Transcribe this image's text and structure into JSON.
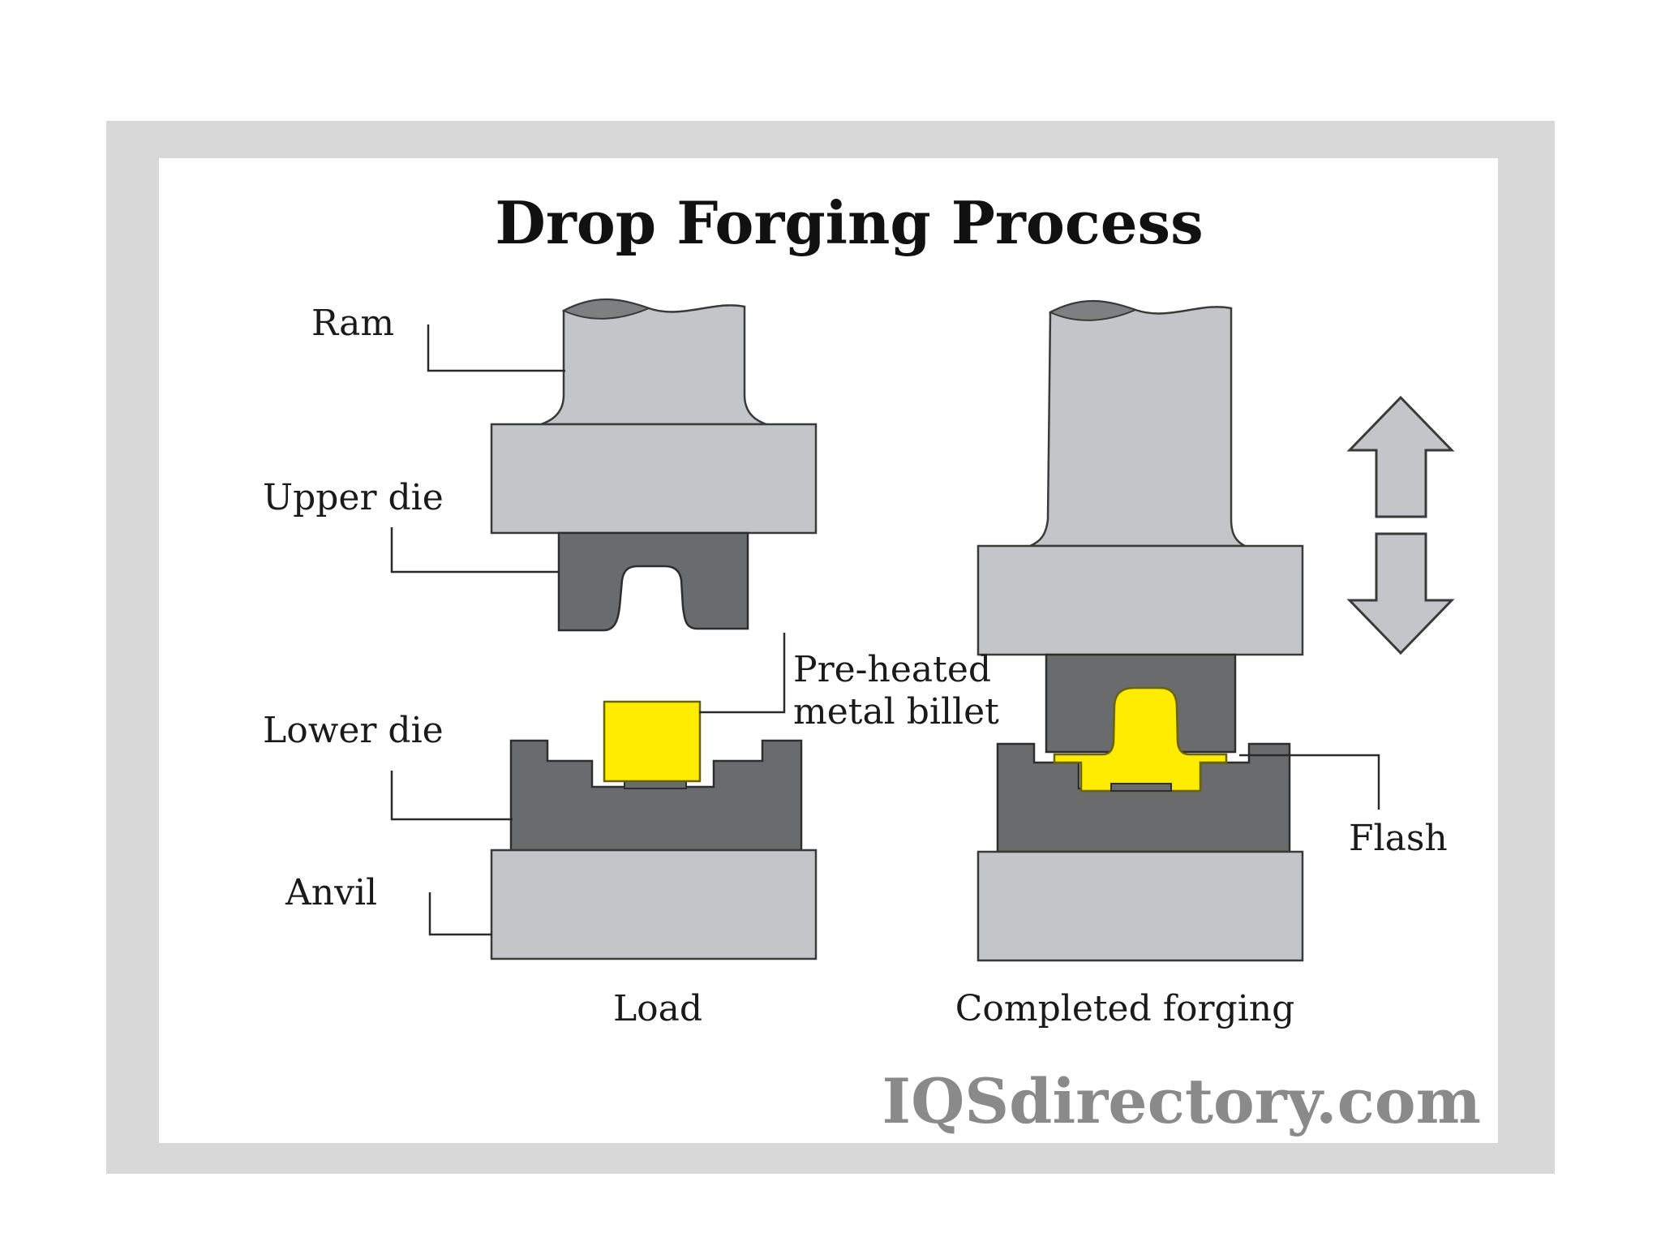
{
  "title": "Drop Forging Process",
  "labels": {
    "ram": "Ram",
    "upper_die": "Upper die",
    "lower_die": "Lower die",
    "anvil": "Anvil",
    "billet_line1": "Pre-heated",
    "billet_line2": "metal billet",
    "flash": "Flash"
  },
  "captions": {
    "load": "Load",
    "completed": "Completed forging"
  },
  "watermark": "IQSdirectory.com",
  "colors": {
    "frame": "#d8d8d8",
    "steel_light": "#c3c5c8",
    "steel_dark": "#6a6b6d",
    "ram_top": "#7e7f81",
    "billet": "#ffec00",
    "watermark": "#8a8a8a"
  },
  "icons": {
    "up_arrow": "arrow-up-icon",
    "down_arrow": "arrow-down-icon"
  }
}
